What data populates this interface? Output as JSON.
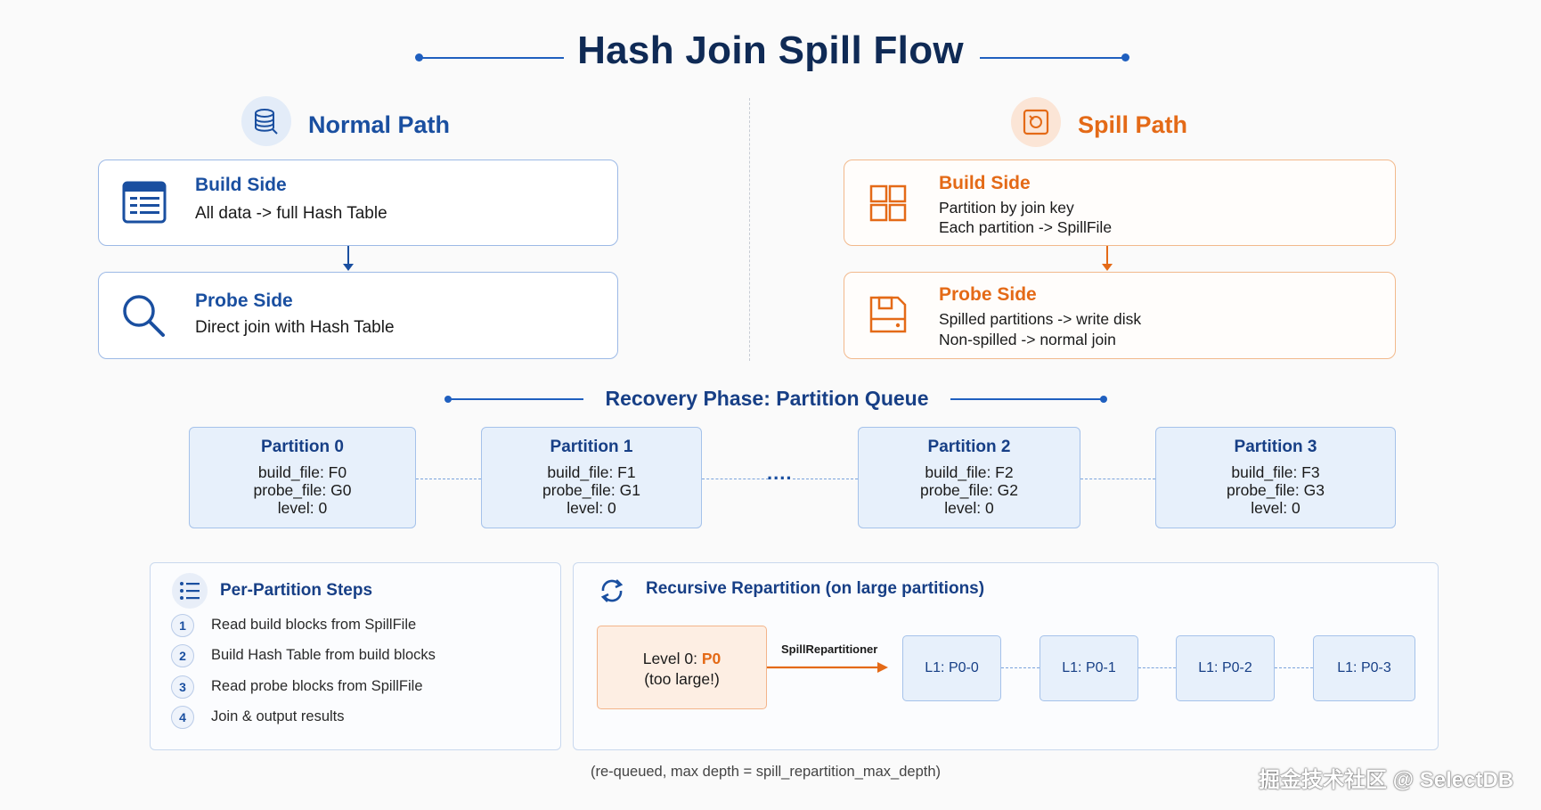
{
  "title": "Hash Join Spill Flow",
  "normal": {
    "title": "Normal Path",
    "build": {
      "title": "Build Side",
      "lines": [
        "All data -> full Hash Table"
      ]
    },
    "probe": {
      "title": "Probe Side",
      "lines": [
        "Direct join with Hash Table"
      ]
    }
  },
  "spill": {
    "title": "Spill Path",
    "build": {
      "title": "Build Side",
      "lines": [
        "Partition by join key",
        "Each partition -> SpillFile"
      ]
    },
    "probe": {
      "title": "Probe Side",
      "lines": [
        "Spilled partitions -> write disk",
        "Non-spilled -> normal join"
      ]
    }
  },
  "recovery": {
    "title": "Recovery Phase: Partition Queue",
    "ellipsis": "....",
    "partitions": [
      {
        "title": "Partition 0",
        "build_file": "build_file: F0",
        "probe_file": "probe_file: G0",
        "level": "level: 0"
      },
      {
        "title": "Partition 1",
        "build_file": "build_file: F1",
        "probe_file": "probe_file: G1",
        "level": "level: 0"
      },
      {
        "title": "Partition 2",
        "build_file": "build_file: F2",
        "probe_file": "probe_file: G2",
        "level": "level: 0"
      },
      {
        "title": "Partition 3",
        "build_file": "build_file: F3",
        "probe_file": "probe_file: G3",
        "level": "level: 0"
      }
    ]
  },
  "steps": {
    "title": "Per-Partition Steps",
    "items": [
      {
        "num": "1",
        "text": "Read build blocks from SpillFile"
      },
      {
        "num": "2",
        "text": "Build Hash Table from build blocks"
      },
      {
        "num": "3",
        "text": "Read probe blocks from SpillFile"
      },
      {
        "num": "4",
        "text": "Join & output results"
      }
    ]
  },
  "repartition": {
    "title": "Recursive Repartition (on large partitions)",
    "source_prefix": "Level 0: ",
    "source_highlight": "P0",
    "source_note": "(too large!)",
    "arrow_label": "SpillRepartitioner",
    "children": [
      "L1: P0-0",
      "L1: P0-1",
      "L1: P0-2",
      "L1: P0-3"
    ]
  },
  "footnote": "(re-queued, max depth = spill_repartition_max_depth)",
  "watermark": "掘金技术社区 @ SelectDB",
  "colors": {
    "blue": "#1a4fa0",
    "orange": "#e46a17",
    "navy": "#0f2a55"
  },
  "icons": {
    "normal": "database-icon",
    "spill": "disk-icon",
    "normal_build": "table-icon",
    "normal_probe": "search-icon",
    "spill_build": "grid-icon",
    "spill_probe": "drive-icon",
    "steps": "list-icon",
    "repartition": "refresh-icon"
  }
}
